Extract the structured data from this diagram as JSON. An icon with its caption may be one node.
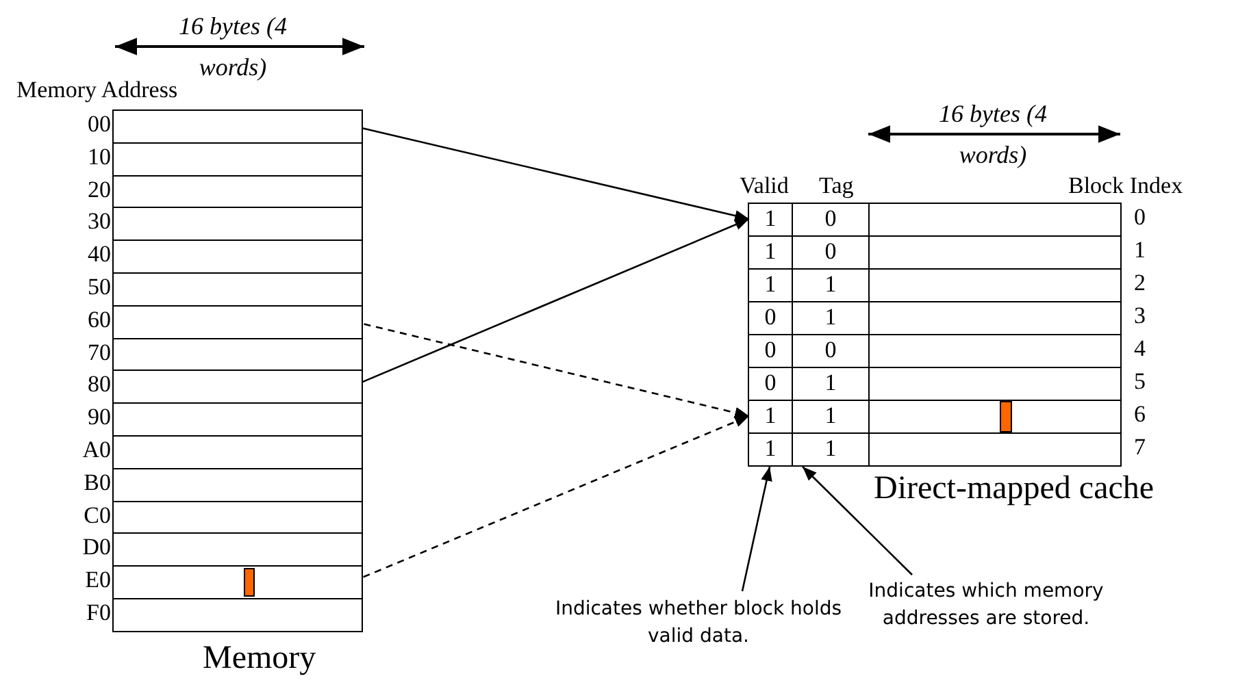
{
  "diagram": {
    "nodes": [
      {
        "text": [],
        "shape": "box"
      },
      {
        "text": [],
        "shape": "box"
      },
      {
        "text": [],
        "shape": "box"
      },
      {
        "text": [],
        "shape": "box"
      },
      {
        "text": [],
        "shape": "box"
      },
      {
        "text": [],
        "shape": "box"
      },
      {
        "text": [],
        "shape": "box"
      },
      {
        "text": [],
        "shape": "box"
      },
      {
        "text": [],
        "shape": "box"
      },
      {
        "text": [],
        "shape": "box"
      },
      {
        "text": [],
        "shape": "box"
      },
      {
        "text": [],
        "shape": "box"
      },
      {
        "text": [],
        "shape": "box"
      },
      {
        "text": [],
        "shape": "box"
      },
      {
        "text": [],
        "shape": "box"
      },
      {
        "text": [],
        "shape": "box"
      },
      {
        "text": [
          "1"
        ]
      },
      {
        "text": [
          "0"
        ]
      },
      {
        "text": [],
        "shape": "box"
      },
      {
        "text": [
          "1"
        ]
      },
      {
        "text": [
          "0"
        ]
      },
      {
        "text": [],
        "shape": "box"
      },
      {
        "text": [
          "1"
        ]
      },
      {
        "text": [
          "1"
        ]
      },
      {
        "text": [],
        "shape": "box"
      },
      {
        "text": [
          "0"
        ]
      },
      {
        "text": [
          "1"
        ]
      },
      {
        "text": [],
        "shape": "box"
      },
      {
        "text": [
          "0"
        ]
      },
      {
        "text": [
          "0"
        ]
      },
      {
        "text": [],
        "shape": "box"
      },
      {
        "text": [
          "0"
        ]
      },
      {
        "text": [
          "1"
        ]
      },
      {
        "text": [],
        "shape": "box"
      },
      {
        "text": [
          "1"
        ]
      },
      {
        "text": [
          "1"
        ]
      },
      {
        "text": [],
        "shape": "box"
      },
      {
        "text": [
          "1"
        ]
      },
      {
        "text": [
          "1"
        ]
      },
      {
        "text": [],
        "shape": "box"
      },
      {
        "text": [
          "Indicates whether block holds valid data."
        ]
      },
      {
        "text": [
          "Indicates which memory addresses are stored."
        ]
      }
    ],
    "edges": [
      {
        "from": 0,
        "to": 16,
        "arrow": "to"
      },
      {
        "from": 8,
        "to": 16,
        "arrow": "to"
      },
      {
        "from": 6,
        "to": 34,
        "arrow": "to",
        "style": "dashed"
      },
      {
        "from": 14,
        "to": 34,
        "arrow": "to",
        "style": "dashed"
      },
      {
        "from": 40,
        "to": 37,
        "arrow": "to"
      },
      {
        "from": 41,
        "to": 38,
        "arrow": "to"
      }
    ],
    "labels": [
      "16 bytes (4 words)",
      "Memory Address",
      "00",
      "10",
      "20",
      "30",
      "40",
      "50",
      "60",
      "70",
      "80",
      "90",
      "A0",
      "B0",
      "C0",
      "D0",
      "E0",
      "F0",
      "Memory",
      "16 bytes (4 words)",
      "Valid",
      "Tag",
      "Block Index",
      "0",
      "1",
      "2",
      "3",
      "4",
      "5",
      "6",
      "7",
      "Direct-mapped cache"
    ]
  }
}
